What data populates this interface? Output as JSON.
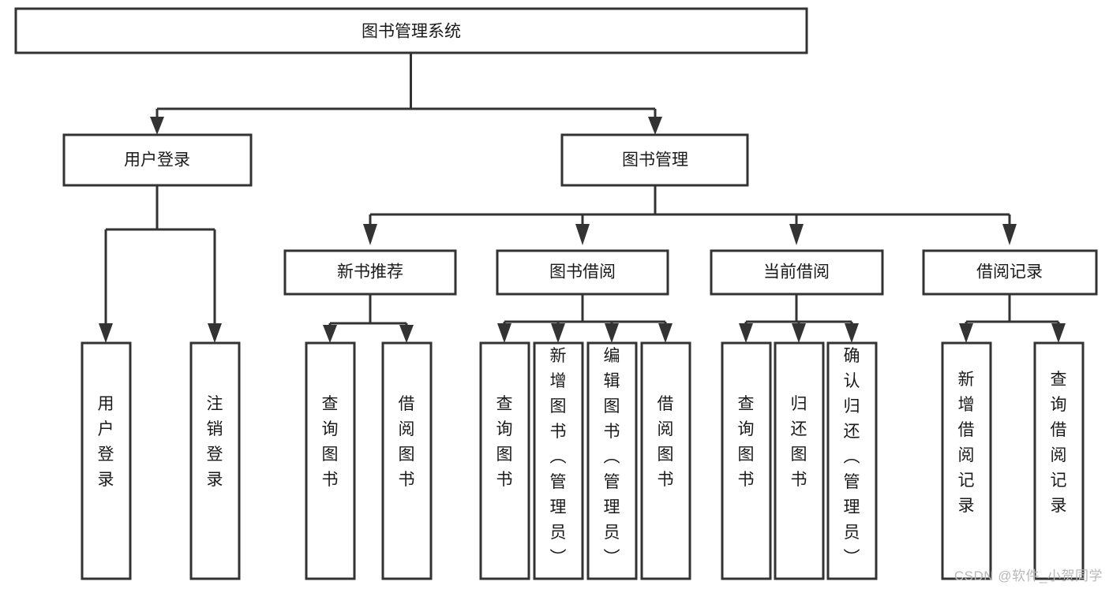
{
  "diagram": {
    "type": "tree-hierarchy",
    "title": "图书管理系统",
    "colors": {
      "background": "#ffffff",
      "box_fill": "#ffffff",
      "box_stroke": "#333333",
      "text": "#1a1a1a",
      "watermark": "#b8b8b8"
    },
    "levels": [
      {
        "level": 0,
        "nodes": [
          {
            "id": "root",
            "label": "图书管理系统",
            "orientation": "horizontal"
          }
        ]
      },
      {
        "level": 1,
        "nodes": [
          {
            "id": "user-login",
            "label": "用户登录",
            "orientation": "horizontal",
            "parent": "root"
          },
          {
            "id": "book-management",
            "label": "图书管理",
            "orientation": "horizontal",
            "parent": "root"
          }
        ]
      },
      {
        "level": 2,
        "nodes": [
          {
            "id": "new-book-recommend",
            "label": "新书推荐",
            "orientation": "horizontal",
            "parent": "book-management"
          },
          {
            "id": "book-borrow",
            "label": "图书借阅",
            "orientation": "horizontal",
            "parent": "book-management"
          },
          {
            "id": "current-borrow",
            "label": "当前借阅",
            "orientation": "horizontal",
            "parent": "book-management"
          },
          {
            "id": "borrow-record",
            "label": "借阅记录",
            "orientation": "horizontal",
            "parent": "book-management"
          }
        ]
      },
      {
        "level": 3,
        "nodes": [
          {
            "id": "leaf-user-login",
            "label": "用户登录",
            "orientation": "vertical",
            "parent": "user-login"
          },
          {
            "id": "leaf-logout",
            "label": "注销登录",
            "orientation": "vertical",
            "parent": "user-login"
          },
          {
            "id": "leaf-query-book-1",
            "label": "查询图书",
            "orientation": "vertical",
            "parent": "new-book-recommend"
          },
          {
            "id": "leaf-borrow-book-1",
            "label": "借阅图书",
            "orientation": "vertical",
            "parent": "new-book-recommend"
          },
          {
            "id": "leaf-query-book-2",
            "label": "查询图书",
            "orientation": "vertical",
            "parent": "book-borrow"
          },
          {
            "id": "leaf-add-book",
            "label": "新增图书（管理员）",
            "orientation": "vertical",
            "parent": "book-borrow"
          },
          {
            "id": "leaf-edit-book",
            "label": "编辑图书（管理员）",
            "orientation": "vertical",
            "parent": "book-borrow"
          },
          {
            "id": "leaf-borrow-book-2",
            "label": "借阅图书",
            "orientation": "vertical",
            "parent": "book-borrow"
          },
          {
            "id": "leaf-query-book-3",
            "label": "查询图书",
            "orientation": "vertical",
            "parent": "current-borrow"
          },
          {
            "id": "leaf-return-book",
            "label": "归还图书",
            "orientation": "vertical",
            "parent": "current-borrow"
          },
          {
            "id": "leaf-confirm-return",
            "label": "确认归还（管理员）",
            "orientation": "vertical",
            "parent": "current-borrow"
          },
          {
            "id": "leaf-add-record",
            "label": "新增借阅记录",
            "orientation": "vertical",
            "parent": "borrow-record"
          },
          {
            "id": "leaf-query-record",
            "label": "查询借阅记录",
            "orientation": "vertical",
            "parent": "borrow-record"
          }
        ]
      }
    ]
  },
  "watermark": {
    "text": "CSDN @软件_小贺同学"
  }
}
